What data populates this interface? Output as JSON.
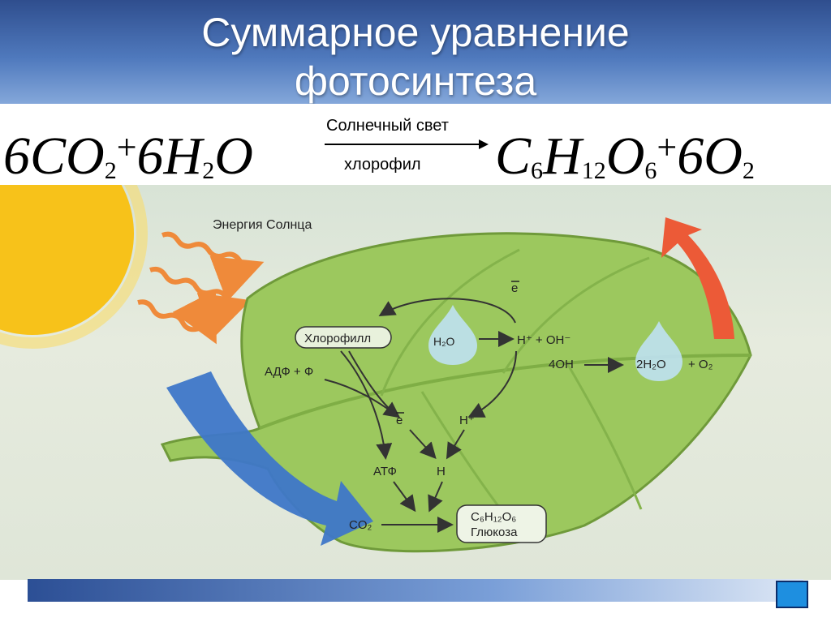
{
  "slide": {
    "title_line1": "Суммарное уравнение",
    "title_line2": "фотосинтеза"
  },
  "equation": {
    "left_c": "6CO",
    "left_c_sub": "2",
    "plus1": "+",
    "left_w": "6H",
    "left_w_sub": "2",
    "left_w_tail": "O",
    "condition_top": "Солнечный свет",
    "condition_bottom": "хлорофил",
    "right_c": "C",
    "right_c_sub": "6",
    "right_h": "H",
    "right_h_sub": "12",
    "right_o": "O",
    "right_o_sub": "6",
    "plus2": "+",
    "right_o2": "6O",
    "right_o2_sub": "2"
  },
  "diagram": {
    "sun_energy": "Энергия Солнца",
    "electron_top": "e",
    "chlorophyll": "Хлорофилл",
    "h2o": "H₂O",
    "h_oh": "H⁺ + OH⁻",
    "four_oh": "4OH",
    "two_h2o": "2H₂O",
    "plus_o2": "+ O₂",
    "adp": "АДФ + Ф",
    "electron_mid": "e",
    "h_plus": "H⁺",
    "atp": "АТФ",
    "h": "H",
    "co2": "CO₂",
    "glucose_formula": "C₆H₁₂O₆",
    "glucose": "Глюкоза"
  },
  "colors": {
    "leaf": "#9cc85e",
    "sun": "#f7c21a",
    "blue_arrow": "#3e77c8",
    "red_arrow": "#ec5a37",
    "wavy_arrow": "#ef8a3a"
  }
}
